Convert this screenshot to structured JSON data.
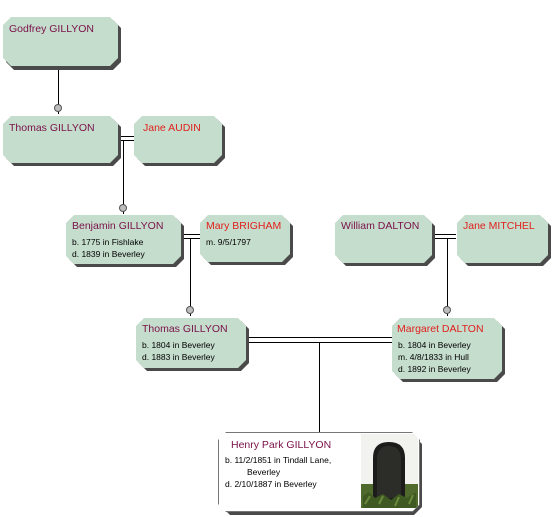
{
  "people": {
    "godfrey": {
      "name": "Godfrey GILLYON"
    },
    "thomas1": {
      "name": "Thomas GILLYON"
    },
    "jane_audin": {
      "name": "Jane AUDIN"
    },
    "benjamin": {
      "name": "Benjamin GILLYON",
      "born": "b. 1775 in Fishlake",
      "died": "d. 1839 in Beverley"
    },
    "mary": {
      "name": "Mary BRIGHAM",
      "married": "m. 9/5/1797"
    },
    "william": {
      "name": "William DALTON"
    },
    "jane_mitchel": {
      "name": "Jane MITCHEL"
    },
    "thomas2": {
      "name": "Thomas GILLYON",
      "born": "b. 1804 in Beverley",
      "died": "d. 1883 in Beverley"
    },
    "margaret": {
      "name": "Margaret DALTON",
      "born": "b. 1804 in Beverley",
      "married": "m. 4/8/1833 in Hull",
      "died": "d. 1892 in Beverley"
    },
    "henry": {
      "name": "Henry Park GILLYON",
      "born": "b. 11/2/1851 in Tindall Lane,",
      "born2": "Beverley",
      "died": "d. 2/10/1887 in Beverley"
    }
  },
  "colors": {
    "box": "#c5ddcd",
    "male": "#7a1048",
    "female": "#e0201c"
  }
}
